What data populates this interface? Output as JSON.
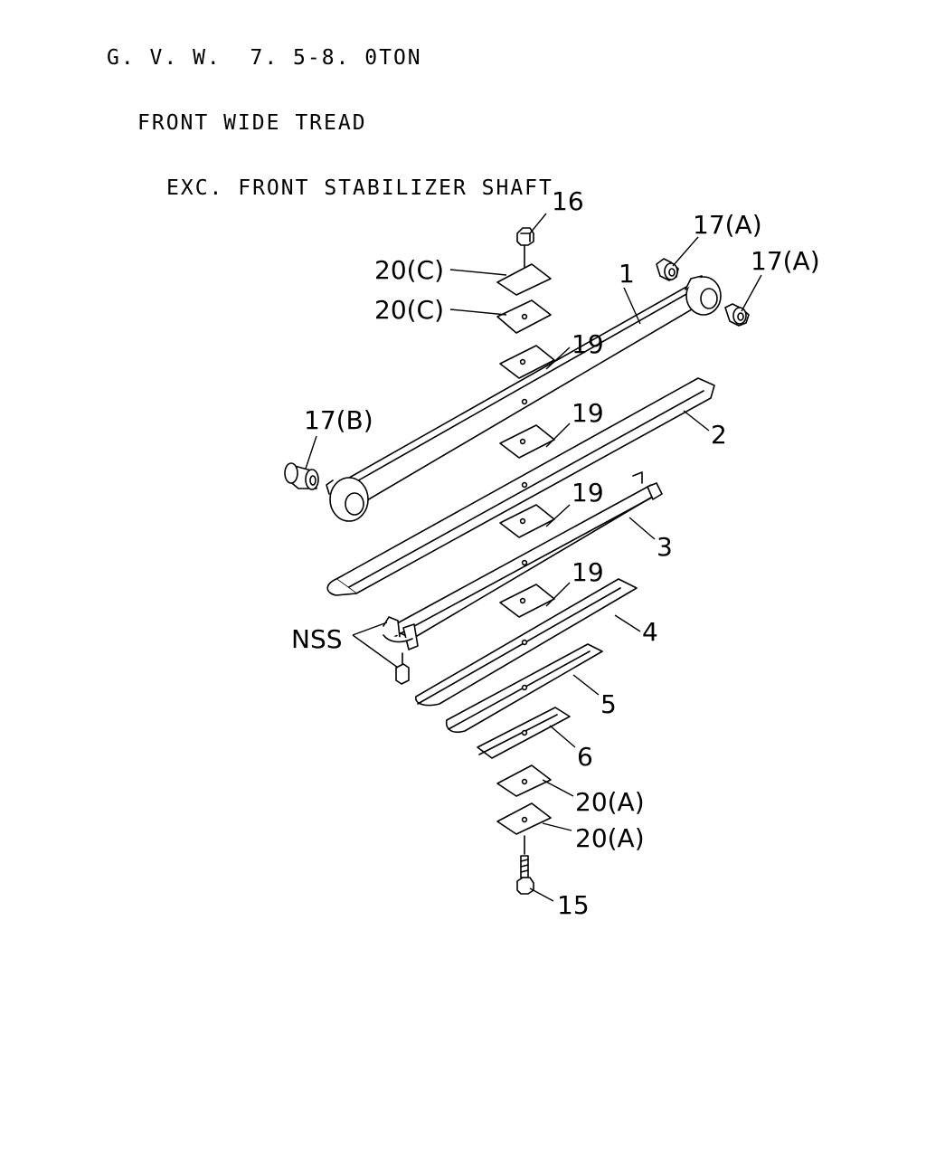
{
  "notes": [
    "G. V. W.  7. 5-8. 0TON",
    "FRONT WIDE TREAD",
    "EXC. FRONT STABILIZER SHAFT"
  ],
  "callouts": {
    "c16": "16",
    "c20c_1": "20(C)",
    "c20c_2": "20(C)",
    "c17a_1": "17(A)",
    "c17a_2": "17(A)",
    "c1": "1",
    "c19_1": "19",
    "c19_2": "19",
    "c19_3": "19",
    "c19_4": "19",
    "c17b": "17(B)",
    "c2": "2",
    "c3": "3",
    "c4": "4",
    "c5": "5",
    "c6": "6",
    "cnss": "NSS",
    "c20a_1": "20(A)",
    "c20a_2": "20(A)",
    "c15": "15"
  }
}
